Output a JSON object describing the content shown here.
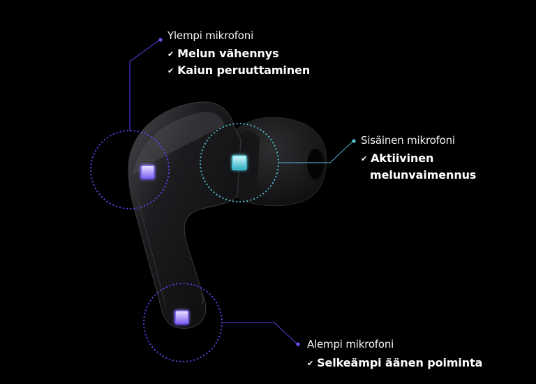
{
  "colors": {
    "background": "#000000",
    "upper_accent": "#5a3fe0",
    "inner_accent": "#4fb3c4",
    "lower_accent": "#5a3fe0",
    "text": "#ffffff"
  },
  "microphones": [
    {
      "id": "upper",
      "title": "Ylempi mikrofoni",
      "features": [
        "Melun vähennys",
        "Kaiun peruuttaminen"
      ],
      "icon": "purple-mic-square"
    },
    {
      "id": "inner",
      "title": "Sisäinen mikrofoni",
      "features": [
        "Aktiivinen",
        "melunvaimennus"
      ],
      "icon": "cyan-mic-square"
    },
    {
      "id": "lower",
      "title": "Alempi mikrofoni",
      "features": [
        "Selkeämpi äänen poiminta"
      ],
      "icon": "purple-mic-square"
    }
  ],
  "check_glyph": "✔"
}
